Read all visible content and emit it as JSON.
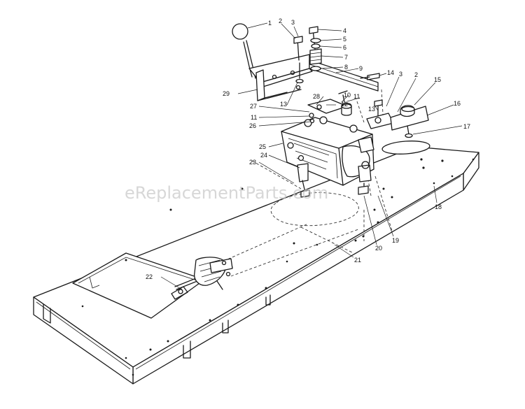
{
  "watermark": "eReplacementParts.com",
  "callouts": [
    {
      "n": "1"
    },
    {
      "n": "2"
    },
    {
      "n": "3"
    },
    {
      "n": "4"
    },
    {
      "n": "5"
    },
    {
      "n": "6"
    },
    {
      "n": "7"
    },
    {
      "n": "8"
    },
    {
      "n": "9"
    },
    {
      "n": "14"
    },
    {
      "n": "29"
    },
    {
      "n": "13"
    },
    {
      "n": "28"
    },
    {
      "n": "10"
    },
    {
      "n": "11"
    },
    {
      "n": "12"
    },
    {
      "n": "27"
    },
    {
      "n": "11"
    },
    {
      "n": "26"
    },
    {
      "n": "3"
    },
    {
      "n": "2"
    },
    {
      "n": "13"
    },
    {
      "n": "15"
    },
    {
      "n": "16"
    },
    {
      "n": "17"
    },
    {
      "n": "25"
    },
    {
      "n": "24"
    },
    {
      "n": "23"
    },
    {
      "n": "18"
    },
    {
      "n": "19"
    },
    {
      "n": "20"
    },
    {
      "n": "21"
    },
    {
      "n": "22"
    }
  ]
}
